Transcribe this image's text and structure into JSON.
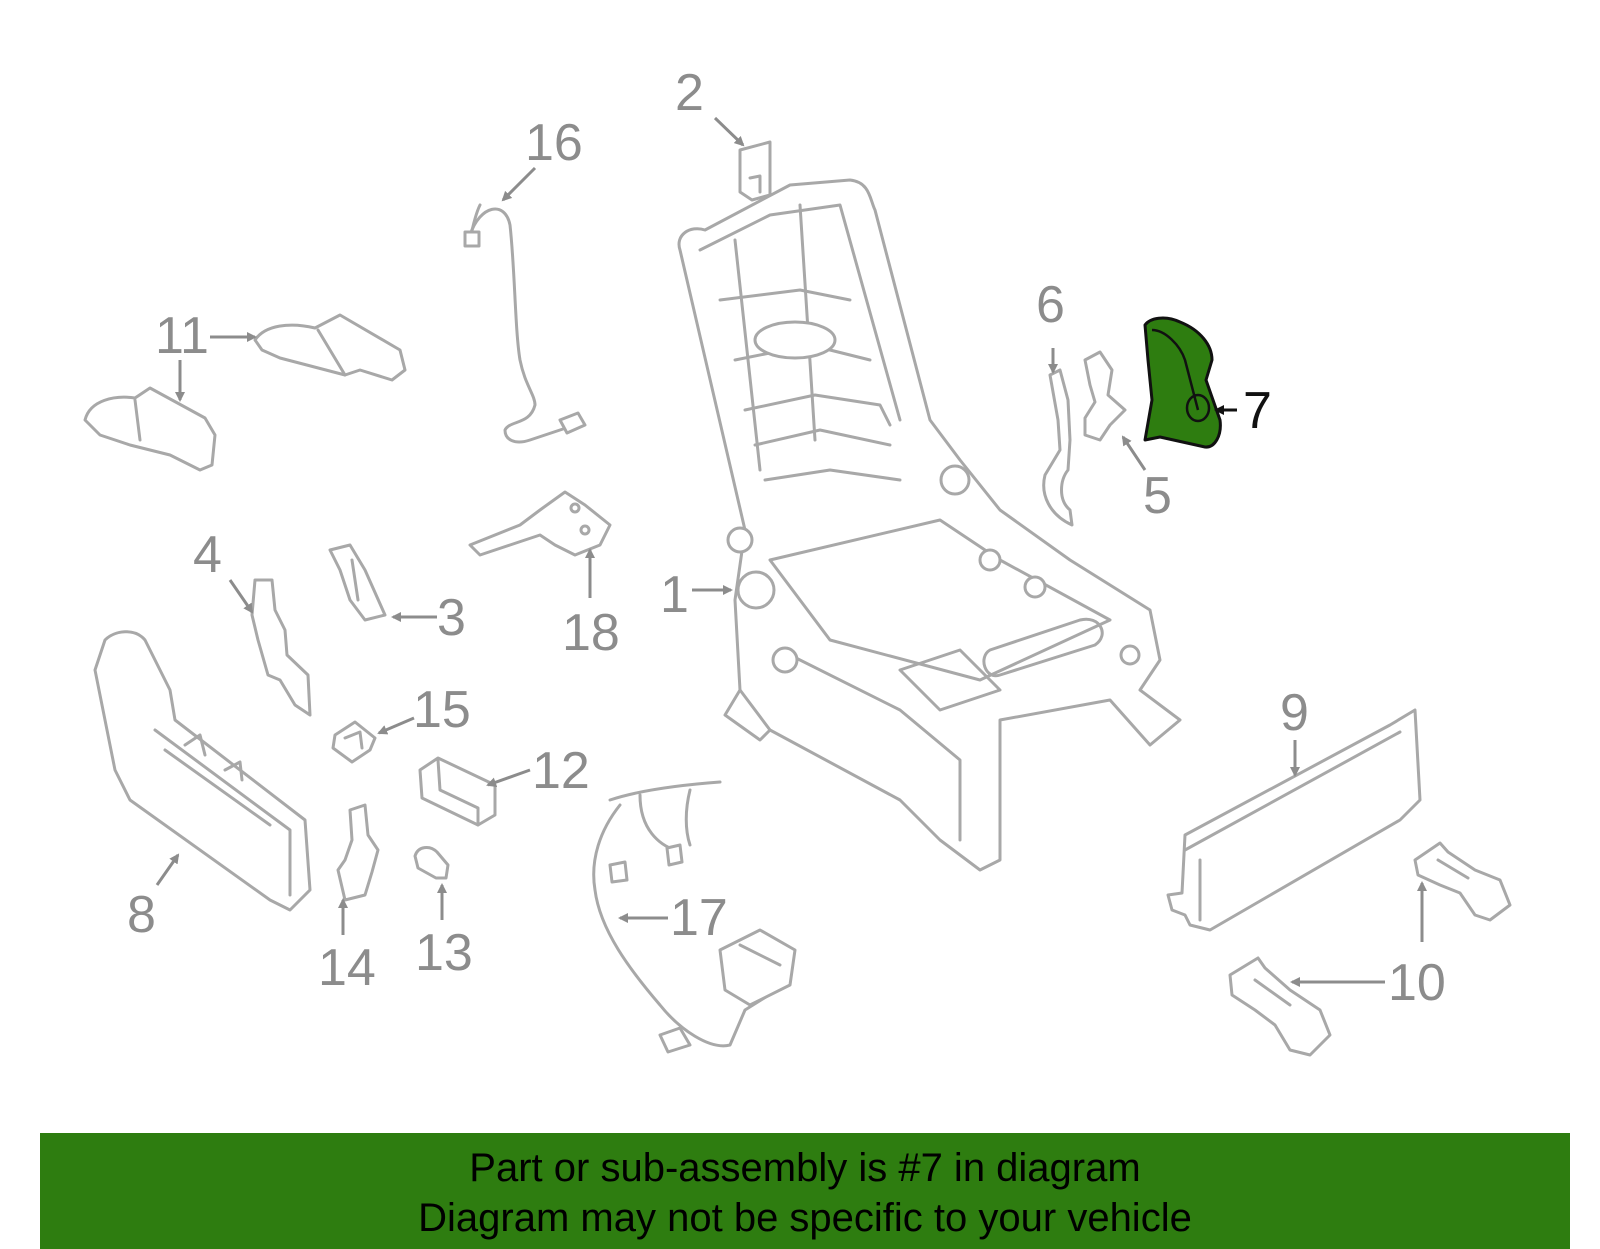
{
  "diagram": {
    "highlight_color": "#2e7d10",
    "part_color": "#a8a8a8",
    "callouts": [
      "1",
      "2",
      "3",
      "4",
      "5",
      "6",
      "7",
      "8",
      "9",
      "10",
      "11",
      "12",
      "13",
      "14",
      "15",
      "16",
      "17",
      "18"
    ],
    "highlighted_callout": "7"
  },
  "banner": {
    "line1": "Part or sub-assembly is #7 in diagram",
    "line2": "Diagram may not be specific to your vehicle"
  }
}
